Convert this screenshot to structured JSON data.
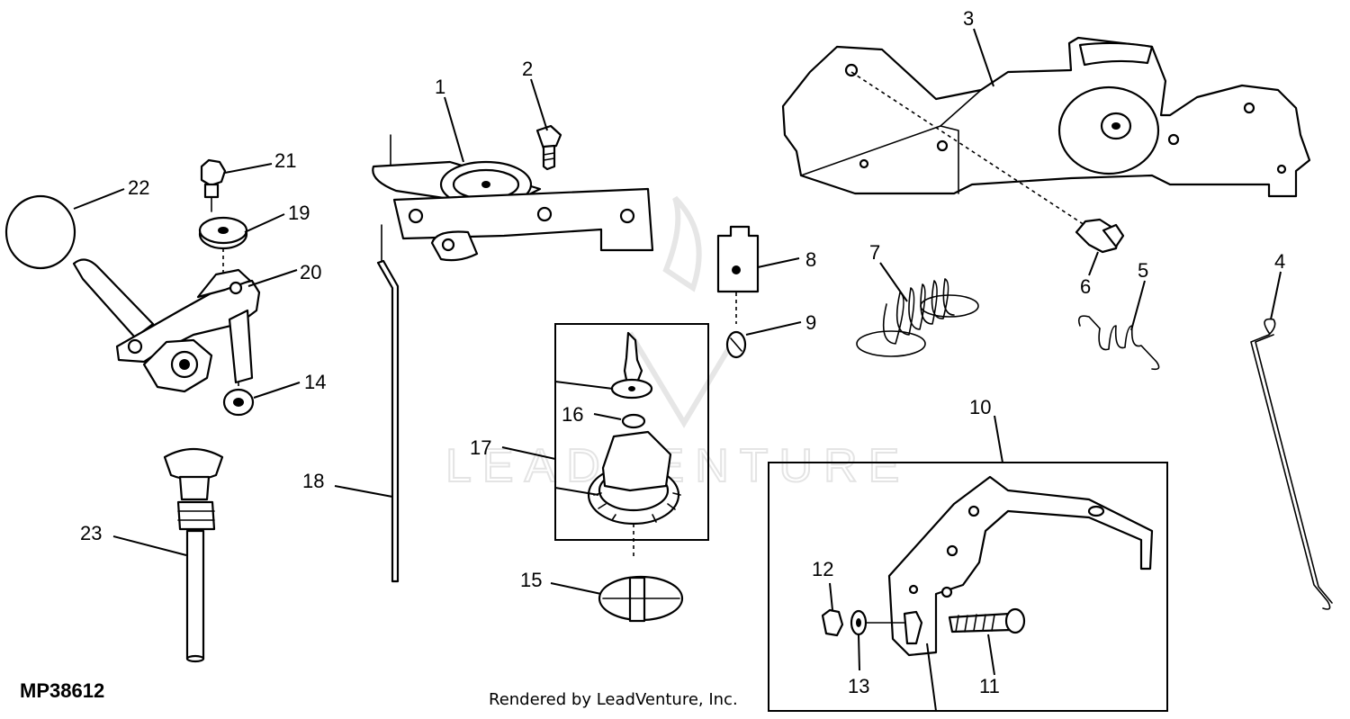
{
  "diagram": {
    "figure_id": "MP38612",
    "credit": "Rendered by LeadVenture, Inc.",
    "watermark_text": "LEADVENTURE",
    "callouts": {
      "c1": "1",
      "c2": "2",
      "c3": "3",
      "c4": "4",
      "c5": "5",
      "c6": "6",
      "c7": "7",
      "c8": "8",
      "c9": "9",
      "c10": "10",
      "c11": "11",
      "c12": "12",
      "c13": "13",
      "c14": "14",
      "c15": "15",
      "c16": "16",
      "c17": "17",
      "c18": "18",
      "c19": "19",
      "c20": "20",
      "c21": "21",
      "c22": "22",
      "c23": "23"
    }
  }
}
